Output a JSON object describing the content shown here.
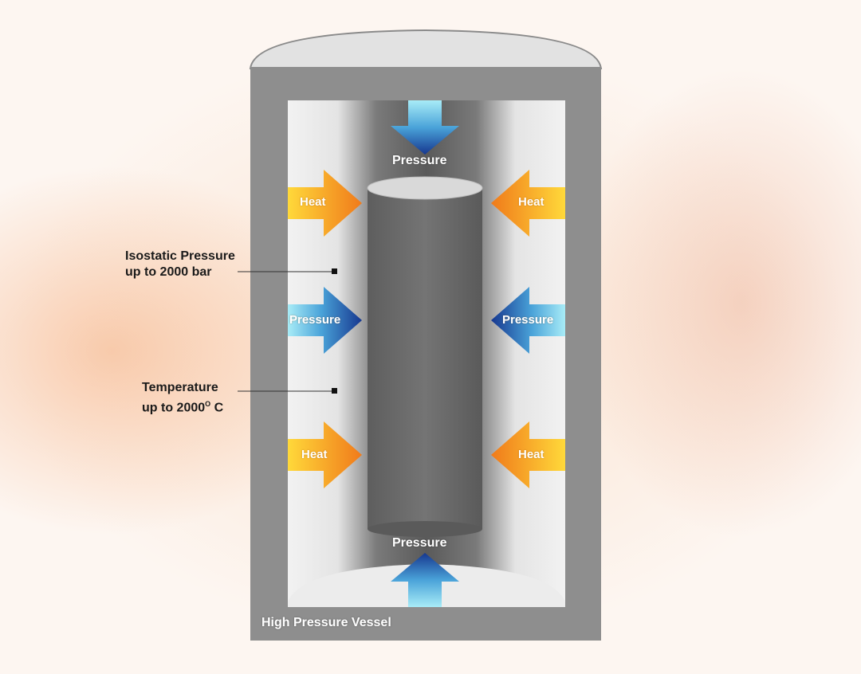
{
  "labels": {
    "pressure_top": "Pressure",
    "pressure_bottom": "Pressure",
    "heat": "Heat",
    "pressure": "Pressure",
    "vessel": "High Pressure Vessel",
    "isostatic_line1": "Isostatic Pressure",
    "isostatic_line2": "up to 2000 bar",
    "temperature_line1": "Temperature",
    "temperature_line2_prefix": "up to 2000",
    "temperature_line2_sup": "O",
    "temperature_line2_suffix": " C"
  },
  "icons": {
    "heat_arrow": "heat-arrow-icon",
    "pressure_arrow": "pressure-arrow-icon"
  },
  "colors": {
    "vessel_wall": "#8e8e8e",
    "chamber": "#e6e6e6",
    "cylinder": "#6b6b6b",
    "heat_start": "#ffd23a",
    "heat_end": "#f07a1a",
    "pressure_start": "#9fe8f5",
    "pressure_end": "#1b3e9e"
  }
}
